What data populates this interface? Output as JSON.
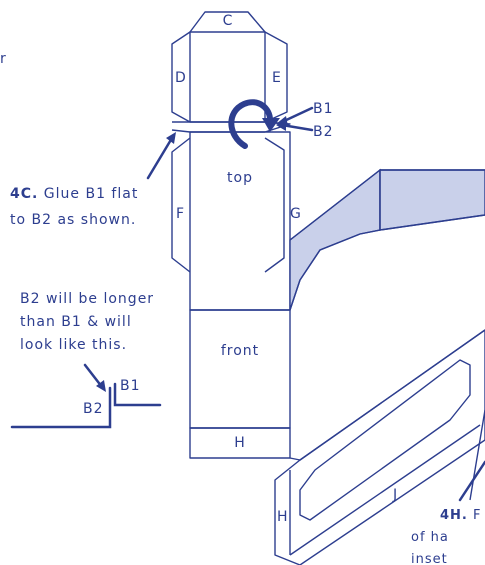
{
  "colors": {
    "line": "#2d3e8f",
    "fill": "#c9d0ea",
    "background": "#ffffff"
  },
  "flaps": {
    "c": "C",
    "d": "D",
    "e": "E",
    "f": "F",
    "g": "G",
    "h_bottom": "H",
    "h_side": "H",
    "j": "J",
    "b1": "B1",
    "b2": "B2"
  },
  "panels": {
    "top": "top",
    "front": "front"
  },
  "step_4c": {
    "number": "4C.",
    "line1_rest": "Glue B1 flat",
    "line2": "to B2 as shown."
  },
  "b2_note": {
    "line1": "B2 will be longer",
    "line2": "than B1 & will",
    "line3": "look like this."
  },
  "detail": {
    "b1": "B1",
    "b2": "B2"
  },
  "step_4h": {
    "number": "4H.",
    "line1_rest": "F",
    "line2": "of ha",
    "line3": "inset"
  },
  "top_left_fragment": "r",
  "icons": {
    "fold_arrow": "curved-arrow-icon"
  }
}
